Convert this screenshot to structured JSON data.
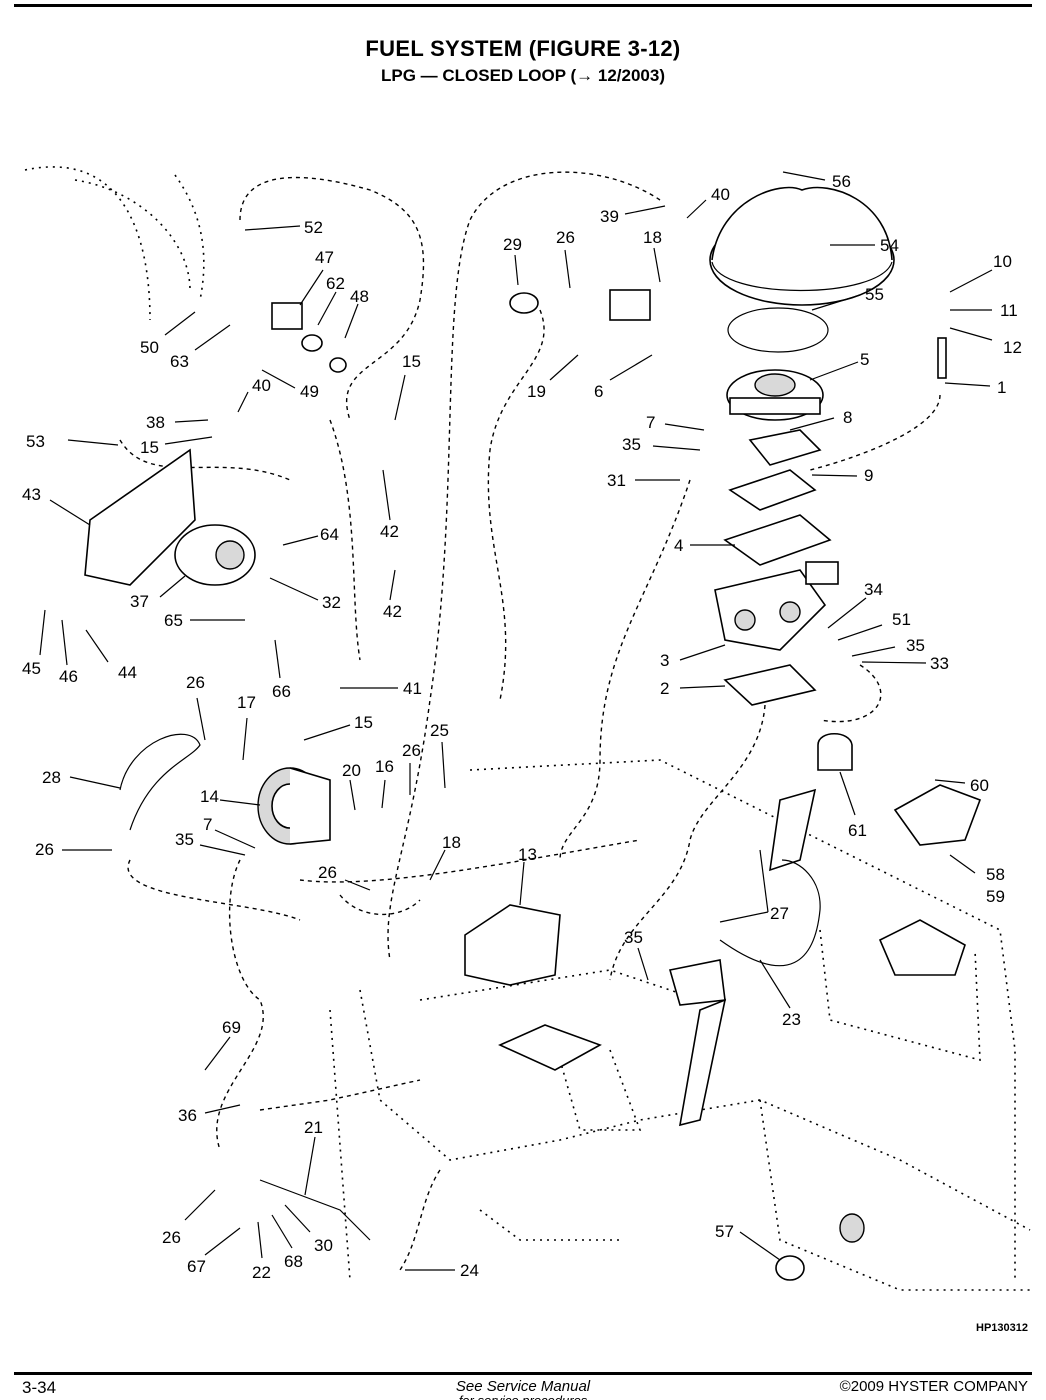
{
  "header": {
    "title": "FUEL SYSTEM (FIGURE 3-12)",
    "subtitle": "LPG — CLOSED LOOP  (→ 12/2003)"
  },
  "figure_code": "HP130312",
  "footer": {
    "page_number": "3-34",
    "note": "See Service Manual",
    "note_continued": "for service procedures",
    "copyright": "©2009 HYSTER COMPANY"
  },
  "callouts": [
    {
      "id": "c56",
      "text": "56"
    },
    {
      "id": "c40a",
      "text": "40"
    },
    {
      "id": "c39",
      "text": "39"
    },
    {
      "id": "c52",
      "text": "52"
    },
    {
      "id": "c54",
      "text": "54"
    },
    {
      "id": "c29",
      "text": "29"
    },
    {
      "id": "c26a",
      "text": "26"
    },
    {
      "id": "c18a",
      "text": "18"
    },
    {
      "id": "c10",
      "text": "10"
    },
    {
      "id": "c47",
      "text": "47"
    },
    {
      "id": "c62",
      "text": "62"
    },
    {
      "id": "c48",
      "text": "48"
    },
    {
      "id": "c55",
      "text": "55"
    },
    {
      "id": "c11",
      "text": "11"
    },
    {
      "id": "c12",
      "text": "12"
    },
    {
      "id": "c50",
      "text": "50"
    },
    {
      "id": "c63",
      "text": "63"
    },
    {
      "id": "c15a",
      "text": "15"
    },
    {
      "id": "c5",
      "text": "5"
    },
    {
      "id": "c19",
      "text": "19"
    },
    {
      "id": "c6",
      "text": "6"
    },
    {
      "id": "c1",
      "text": "1"
    },
    {
      "id": "c40b",
      "text": "40"
    },
    {
      "id": "c49",
      "text": "49"
    },
    {
      "id": "c38",
      "text": "38"
    },
    {
      "id": "c53",
      "text": "53"
    },
    {
      "id": "c15b",
      "text": "15"
    },
    {
      "id": "c7a",
      "text": "7"
    },
    {
      "id": "c8",
      "text": "8"
    },
    {
      "id": "c35a",
      "text": "35"
    },
    {
      "id": "c31",
      "text": "31"
    },
    {
      "id": "c9",
      "text": "9"
    },
    {
      "id": "c43",
      "text": "43"
    },
    {
      "id": "c42a",
      "text": "42"
    },
    {
      "id": "c64",
      "text": "64"
    },
    {
      "id": "c4",
      "text": "4"
    },
    {
      "id": "c34",
      "text": "34"
    },
    {
      "id": "c37",
      "text": "37"
    },
    {
      "id": "c32",
      "text": "32"
    },
    {
      "id": "c42b",
      "text": "42"
    },
    {
      "id": "c51",
      "text": "51"
    },
    {
      "id": "c65",
      "text": "65"
    },
    {
      "id": "c35b",
      "text": "35"
    },
    {
      "id": "c3",
      "text": "3"
    },
    {
      "id": "c33",
      "text": "33"
    },
    {
      "id": "c45",
      "text": "45"
    },
    {
      "id": "c46",
      "text": "46"
    },
    {
      "id": "c44",
      "text": "44"
    },
    {
      "id": "c66",
      "text": "66"
    },
    {
      "id": "c41",
      "text": "41"
    },
    {
      "id": "c2",
      "text": "2"
    },
    {
      "id": "c26b",
      "text": "26"
    },
    {
      "id": "c17",
      "text": "17"
    },
    {
      "id": "c15c",
      "text": "15"
    },
    {
      "id": "c25",
      "text": "25"
    },
    {
      "id": "c26c",
      "text": "26"
    },
    {
      "id": "c28",
      "text": "28"
    },
    {
      "id": "c20",
      "text": "20"
    },
    {
      "id": "c16",
      "text": "16"
    },
    {
      "id": "c14",
      "text": "14"
    },
    {
      "id": "c60",
      "text": "60"
    },
    {
      "id": "c7b",
      "text": "7"
    },
    {
      "id": "c35c",
      "text": "35"
    },
    {
      "id": "c61",
      "text": "61"
    },
    {
      "id": "c26d",
      "text": "26"
    },
    {
      "id": "c18b",
      "text": "18"
    },
    {
      "id": "c13",
      "text": "13"
    },
    {
      "id": "c58",
      "text": "58"
    },
    {
      "id": "c59",
      "text": "59"
    },
    {
      "id": "c26e",
      "text": "26"
    },
    {
      "id": "c27",
      "text": "27"
    },
    {
      "id": "c35d",
      "text": "35"
    },
    {
      "id": "c23",
      "text": "23"
    },
    {
      "id": "c69",
      "text": "69"
    },
    {
      "id": "c36",
      "text": "36"
    },
    {
      "id": "c21",
      "text": "21"
    },
    {
      "id": "c57",
      "text": "57"
    },
    {
      "id": "c26f",
      "text": "26"
    },
    {
      "id": "c30",
      "text": "30"
    },
    {
      "id": "c67",
      "text": "67"
    },
    {
      "id": "c22",
      "text": "22"
    },
    {
      "id": "c68",
      "text": "68"
    },
    {
      "id": "c24",
      "text": "24"
    }
  ]
}
